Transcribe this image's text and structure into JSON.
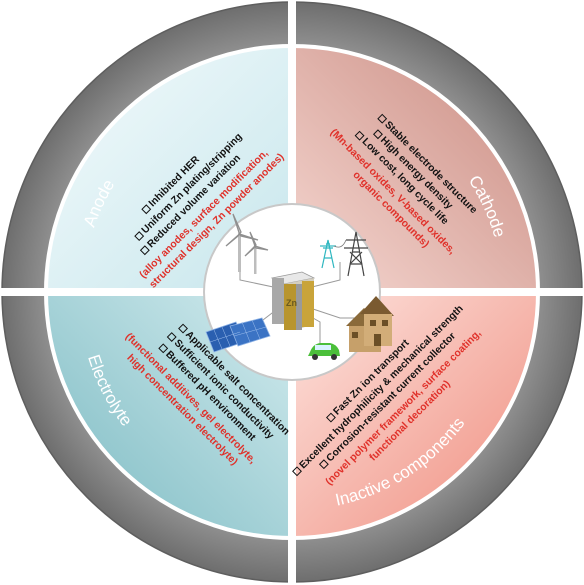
{
  "colors": {
    "ring": "#8a8a8a",
    "anode": "#dceff3",
    "cathode": "#eab9b1",
    "electrolyte": "#a9d3d8",
    "inactive": "#f3b8ae",
    "strategy": "#e0312a"
  },
  "quadrants": {
    "anode": {
      "label": "Anode",
      "items": [
        "Inhibited HER",
        "Uniform Zn plating/stripping",
        "Reduced volume variation"
      ],
      "strategies": [
        "(alloy anodes, surface modification,",
        "structural design, Zn powder anodes)"
      ]
    },
    "cathode": {
      "label": "Cathode",
      "items": [
        "Stable electrode structure",
        "High energy density",
        "Low cost, long cycle life"
      ],
      "strategies": [
        "(Mn-based oxides, V-based oxides,",
        "organic compounds)"
      ]
    },
    "electrolyte": {
      "label": "Electrolyte",
      "items": [
        "Applicable salt concentration",
        "Sufficient ionic conductivity",
        "Buffered pH environment"
      ],
      "strategies": [
        "(functional additives, gel electrolyte,",
        "high concentration electrolyte)"
      ]
    },
    "inactive": {
      "label": "Inactive components",
      "items": [
        "Fast Zn ion transport",
        "Excellent hydrophilicity & mechanical strength",
        "Corrosion-resistant current collector"
      ],
      "strategies": [
        "(novel polymer framework, surface coating,",
        "functional decoration)"
      ]
    }
  },
  "center": {
    "battery_label": "Zn"
  },
  "icons": [
    "wind-turbine-icon",
    "power-tower-icon",
    "solar-panel-icon",
    "electric-car-icon",
    "house-icon",
    "battery-icon"
  ]
}
